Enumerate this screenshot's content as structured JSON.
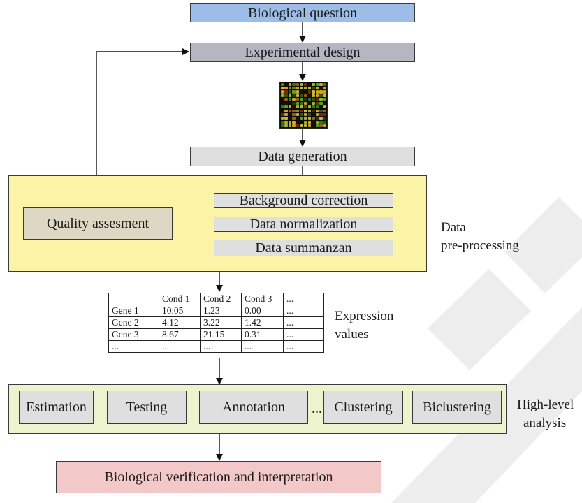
{
  "colors": {
    "biological_question_fill": "#9dbde8",
    "experimental_design_fill": "#b4b6c1",
    "preprocessing_panel_fill": "#fbf4a6",
    "quality_box_fill": "#dcd8c4",
    "analysis_panel_fill": "#eef3cf",
    "verification_fill": "#f2c8c8",
    "step_box_fill": "#e0dfe0"
  },
  "steps": {
    "biological_question": "Biological question",
    "experimental_design": "Experimental design",
    "data_generation": "Data generation",
    "verification": "Biological verification and interpretation"
  },
  "preprocessing": {
    "quality": "Quality assesment",
    "steps": [
      "Background correction",
      "Data normalization",
      "Data summanzan"
    ],
    "label_line1": "Data",
    "label_line2": "pre-processing"
  },
  "expression_table": {
    "headers": [
      "",
      "Cond 1",
      "Cond 2",
      "Cond 3",
      "..."
    ],
    "rows": [
      [
        "Gene 1",
        "10.05",
        "1.23",
        "0.00",
        "..."
      ],
      [
        "Gene 2",
        "4.12",
        "3.22",
        "1.42",
        "..."
      ],
      [
        "Gene 3",
        "8.67",
        "21.15",
        "0.31",
        "..."
      ],
      [
        "...",
        "...",
        "...",
        "...",
        "..."
      ]
    ],
    "label_line1": "Expression",
    "label_line2": "values"
  },
  "analysis": {
    "boxes": [
      "Estimation",
      "Testing",
      "Annotation",
      "Clustering",
      "Biclustering"
    ],
    "ellipsis": "...",
    "label_line1": "High-level",
    "label_line2": "analysis"
  }
}
